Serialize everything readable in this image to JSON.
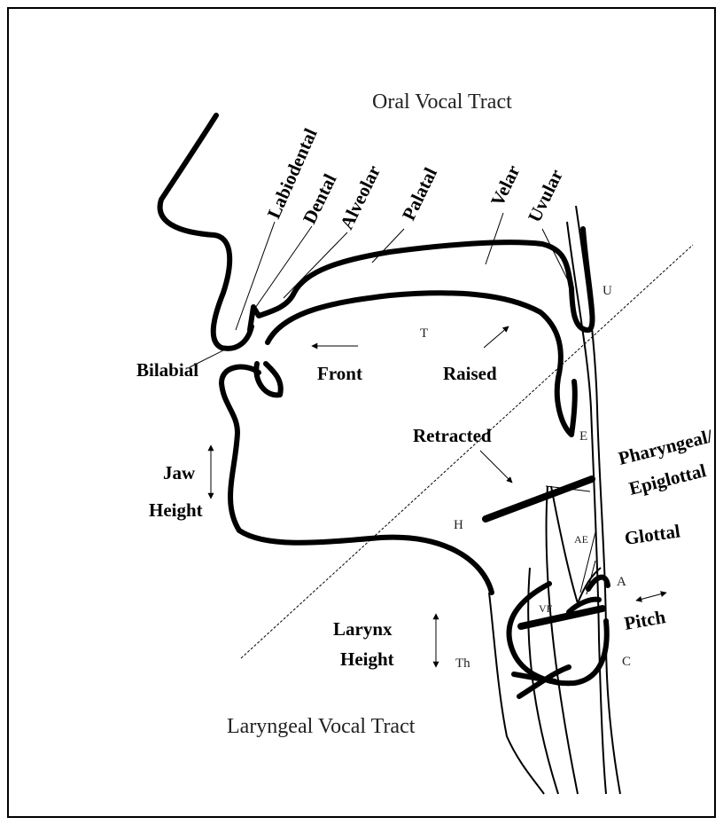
{
  "regions": {
    "oral": "Oral Vocal Tract",
    "laryngeal": "Laryngeal Vocal Tract"
  },
  "places": {
    "labiodental": "Labiodental",
    "dental": "Dental",
    "alveolar": "Alveolar",
    "palatal": "Palatal",
    "velar": "Velar",
    "uvular": "Uvular",
    "bilabial": "Bilabial",
    "pharyngeal_line1": "Pharyngeal/",
    "pharyngeal_line2": "Epiglottal",
    "glottal": "Glottal"
  },
  "movements": {
    "front": "Front",
    "raised": "Raised",
    "retracted": "Retracted",
    "jaw_line1": "Jaw",
    "jaw_line2": "Height",
    "larynx_line1": "Larynx",
    "larynx_line2": "Height",
    "pitch": "Pitch"
  },
  "anatomy_letters": {
    "U": "U",
    "T": "T",
    "E": "E",
    "H": "H",
    "AE": "AE",
    "A": "A",
    "VF": "VF",
    "Th": "Th",
    "C": "C"
  }
}
